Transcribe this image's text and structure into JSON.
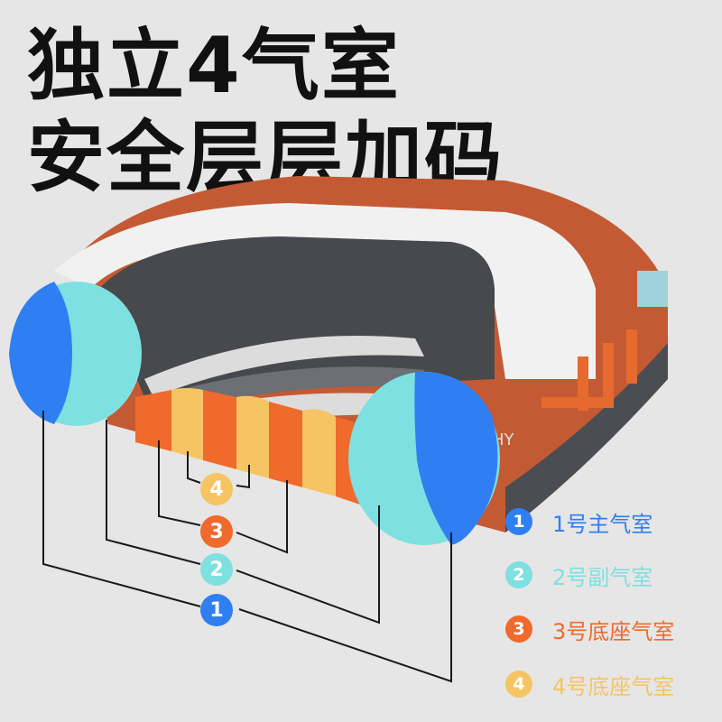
{
  "headline": {
    "line1": "独立4气室",
    "line2": "安全层层加码"
  },
  "chambers": [
    {
      "id": "1",
      "num": "1",
      "label": "1号主气室",
      "color": "#2f7ff2"
    },
    {
      "id": "2",
      "num": "2",
      "label": "2号副气室",
      "color": "#7ee0e0"
    },
    {
      "id": "3",
      "num": "3",
      "label": "3号底座气室",
      "color": "#ef6a2c"
    },
    {
      "id": "4",
      "num": "4",
      "label": "4号底座气室",
      "color": "#f6c462"
    }
  ],
  "boat": {
    "side_text": "HY",
    "hull_colors": {
      "orange": "#c45a33",
      "gray": "#4a4d52",
      "white": "#f1f1f1"
    }
  }
}
